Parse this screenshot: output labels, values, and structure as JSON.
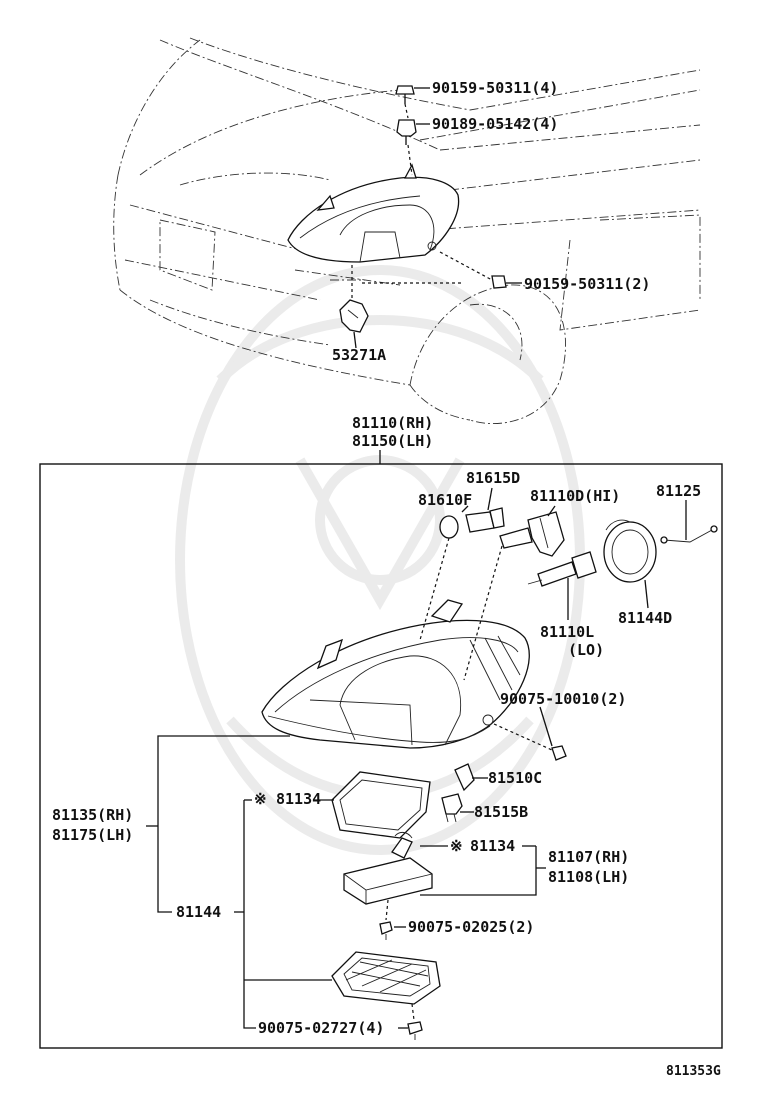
{
  "diagram_id": "811353G",
  "labels": {
    "bolt_top": "90159-50311(4)",
    "clip_top": "90189-05142(4)",
    "bolt_side": "90159-50311(2)",
    "bracket": "53271A",
    "assy_rh": "81110(RH)",
    "assy_lh": "81150(LH)",
    "socket_c": "81615D",
    "bulb_f": "81610F",
    "bulb_hi": "81110D(HI)",
    "cover_wire": "81125",
    "bulb_lo": "81110L",
    "bulb_lo_note": "(LO)",
    "cap_d": "81144D",
    "screw_10": "90075-10010(2)",
    "bulb_510c": "81510C",
    "socket_515b": "81515B",
    "lens_rh": "81135(RH)",
    "lens_lh": "81175(LH)",
    "gasket_mark": "※",
    "gasket": "81134",
    "gasket2": "81134",
    "ballast_rh": "81107(RH)",
    "ballast_lh": "81108(LH)",
    "housing": "81144",
    "screw_25": "90075-02025(2)",
    "screw_27": "90075-02727(4)"
  }
}
